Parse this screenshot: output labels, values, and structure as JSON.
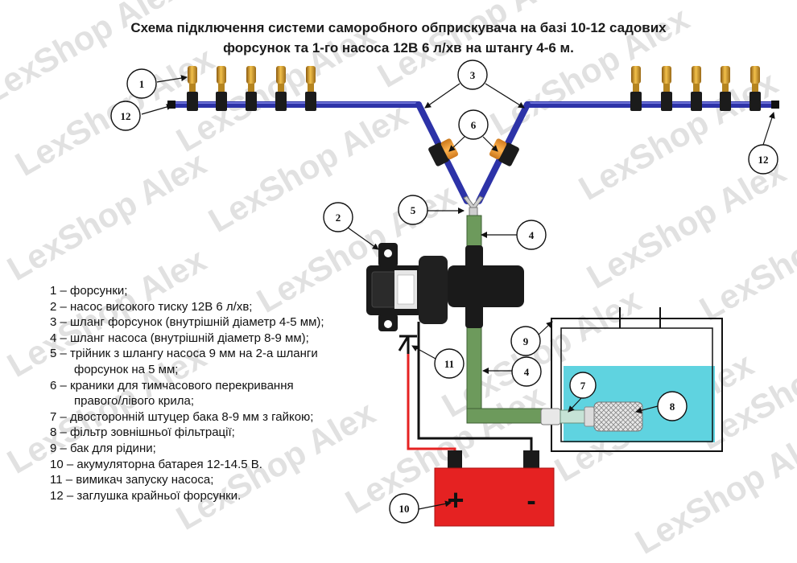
{
  "title": {
    "line1": "Схема підключення системи саморобного обприскувача на базі 10-12 садових",
    "line2": "форсунок та 1-го насоса 12В 6 л/хв на штангу 4-6 м."
  },
  "watermark": "LexShop Alex",
  "colors": {
    "nozzle_hose": "#2d33a8",
    "pump_hose": "#6d9a5c",
    "valve": "#f0a23a",
    "battery": "#e52222",
    "liquid": "#5fd3e0",
    "positive_wire": "#e52222",
    "negative_wire": "#111111"
  },
  "callouts": {
    "c1": "1",
    "c2": "2",
    "c3": "3",
    "c4a": "4",
    "c4b": "4",
    "c5": "5",
    "c6": "6",
    "c7": "7",
    "c8": "8",
    "c9": "9",
    "c10": "10",
    "c11": "11",
    "c12a": "12",
    "c12b": "12"
  },
  "battery": {
    "plus": "+",
    "minus": "-"
  },
  "legend": [
    {
      "text": "1 – форсунки;",
      "cont": false
    },
    {
      "text": "2 – насос високого тиску 12В 6 л/хв;",
      "cont": false
    },
    {
      "text": "3 – шланг форсунок (внутрішній діаметр 4-5 мм);",
      "cont": false
    },
    {
      "text": "4 – шланг насоса (внутрішній діаметр 8-9 мм);",
      "cont": false
    },
    {
      "text": "5 – трійник з шлангу насоса 9 мм на 2-а шланги",
      "cont": false
    },
    {
      "text": "форсунок на 5 мм;",
      "cont": true
    },
    {
      "text": "6 – краники для тимчасового перекривання",
      "cont": false
    },
    {
      "text": "правого/лівого крила;",
      "cont": true
    },
    {
      "text": "7 – двосторонній штуцер бака 8-9 мм з гайкою;",
      "cont": false
    },
    {
      "text": "8 – фільтр зовнішньої фільтрації;",
      "cont": false
    },
    {
      "text": "9 – бак для рідини;",
      "cont": false
    },
    {
      "text": "10 – акумуляторна батарея 12-14.5 В.",
      "cont": false
    },
    {
      "text": "11 – вимикач запуску насоса;",
      "cont": false
    },
    {
      "text": "12 – заглушка крайньої форсунки.",
      "cont": false
    }
  ]
}
